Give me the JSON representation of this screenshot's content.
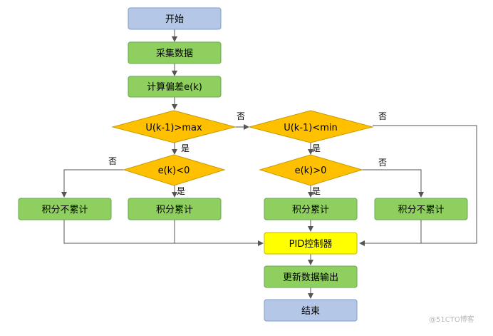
{
  "nodes": {
    "start": "开始",
    "collect": "采集数据",
    "compute": "计算偏差e(k)",
    "dec_max": "U(k-1)>max",
    "dec_min": "U(k-1)<min",
    "dec_ek_neg": "e(k)<0",
    "dec_ek_pos": "e(k)>0",
    "no_acc_left": "积分不累计",
    "acc_left": "积分累计",
    "acc_right": "积分累计",
    "no_acc_right": "积分不累计",
    "pid": "PID控制器",
    "update": "更新数据输出",
    "end": "结束"
  },
  "edge_labels": {
    "no_max": "否",
    "yes_max": "是",
    "no_min": "否",
    "yes_min": "是",
    "no_ek_neg": "否",
    "yes_ek_neg": "是",
    "no_ek_pos": "否",
    "yes_ek_pos": "是"
  },
  "watermark": "@51CTO博客",
  "colors": {
    "start_end_fill": "#b4c7e7",
    "start_end_stroke": "#7f9cc7",
    "process_fill": "#8fcf5f",
    "process_stroke": "#6aa84f",
    "decision_fill": "#ffc000",
    "decision_stroke": "#c99a00",
    "pid_fill": "#ffff00",
    "pid_stroke": "#c8b400",
    "line": "#555555"
  }
}
